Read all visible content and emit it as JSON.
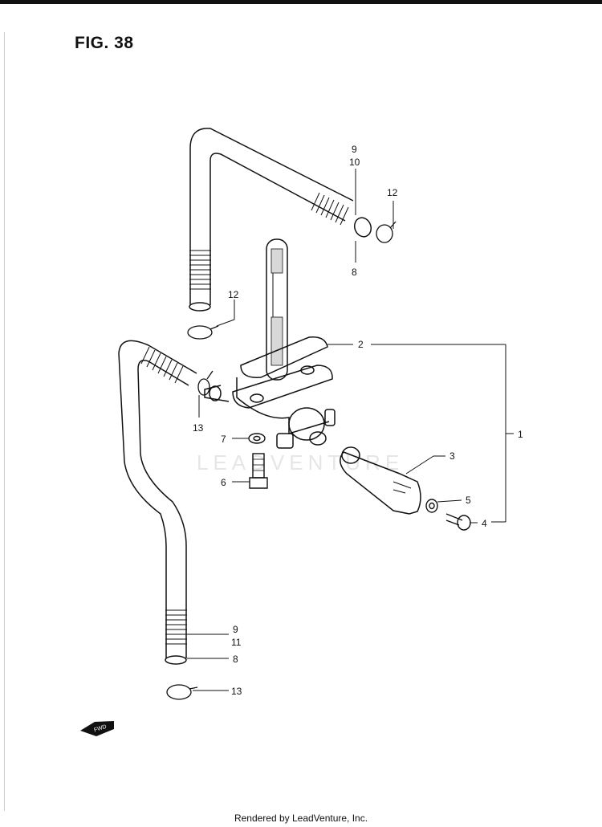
{
  "figure": {
    "title": "FIG. 38",
    "footer": "Rendered by LeadVenture, Inc.",
    "watermark": "LEADVENTURE",
    "fwd_tag": "FWD"
  },
  "callouts": {
    "upper_hose_9": "9",
    "upper_hose_10": "10",
    "upper_hose_8": "8",
    "upper_clip_12a": "12",
    "upper_clip_12b": "12",
    "valve_2": "2",
    "assembly_1": "1",
    "lever_3": "3",
    "washer_5": "5",
    "screw_4": "4",
    "clip_13a": "13",
    "washer_7": "7",
    "bolt_6": "6",
    "lower_hose_9": "9",
    "lower_hose_11": "11",
    "lower_hose_8": "8",
    "clip_13b": "13"
  }
}
